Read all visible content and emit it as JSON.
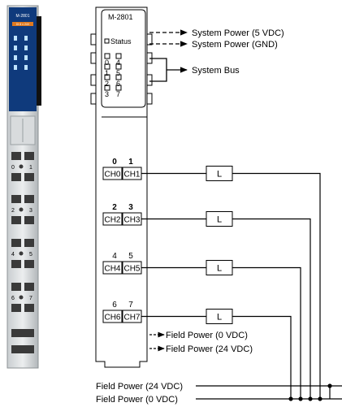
{
  "module": {
    "model": "M-2801",
    "status_label": "Status",
    "photo_label": "M-2801",
    "photo_sublabel": "DI 8 x 24V"
  },
  "bus_leds": [
    "0",
    "1",
    "2",
    "3",
    "4",
    "5",
    "6",
    "7"
  ],
  "power_labels": {
    "system_5v": "System Power (5 VDC)",
    "system_gnd": "System Power (GND)",
    "system_bus": "System Bus",
    "field_0v": "Field Power (0 VDC)",
    "field_24v": "Field Power (24 VDC)"
  },
  "channels": [
    {
      "top_a": "0",
      "top_b": "1",
      "left": "CH0",
      "right": "CH1",
      "bold_numbers": true
    },
    {
      "top_a": "2",
      "top_b": "3",
      "left": "CH2",
      "right": "CH3",
      "bold_numbers": true
    },
    {
      "top_a": "4",
      "top_b": "5",
      "left": "CH4",
      "right": "CH5",
      "bold_numbers": false
    },
    {
      "top_a": "6",
      "top_b": "7",
      "left": "CH6",
      "right": "CH7",
      "bold_numbers": false
    }
  ],
  "load_label": "L",
  "terminal_labels": [
    "0",
    "1",
    "2",
    "3",
    "4",
    "5",
    "6",
    "7"
  ],
  "colors": {
    "module_housing": "#a4aaae",
    "module_top": "#0f3a7c",
    "accent_orange": "#e07a1f",
    "line": "#000000"
  }
}
